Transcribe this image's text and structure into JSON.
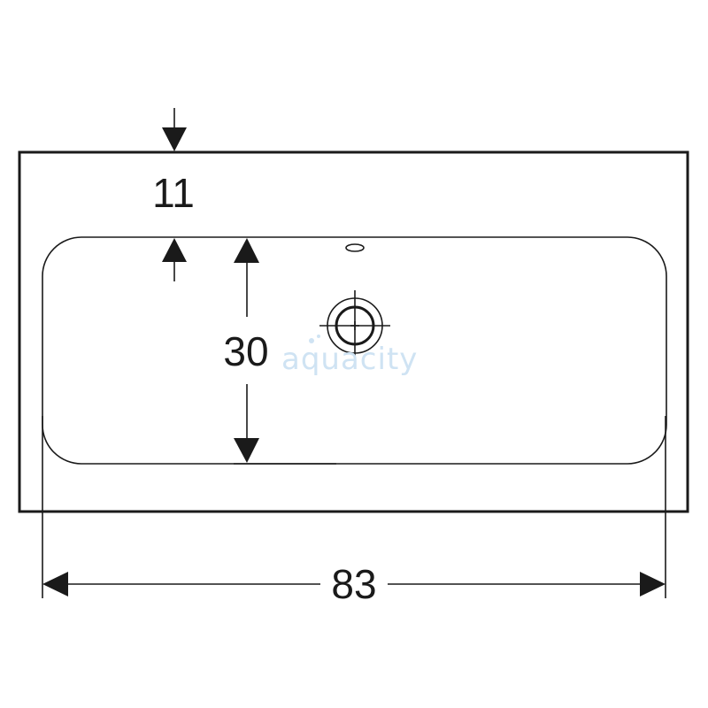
{
  "dimensions": {
    "top_depth": "11",
    "bowl_depth": "30",
    "width": "83"
  },
  "watermark": {
    "text": "aquacity"
  },
  "colors": {
    "line": "#1a1a1a",
    "watermark": "#cfe3f3",
    "background": "#ffffff"
  }
}
